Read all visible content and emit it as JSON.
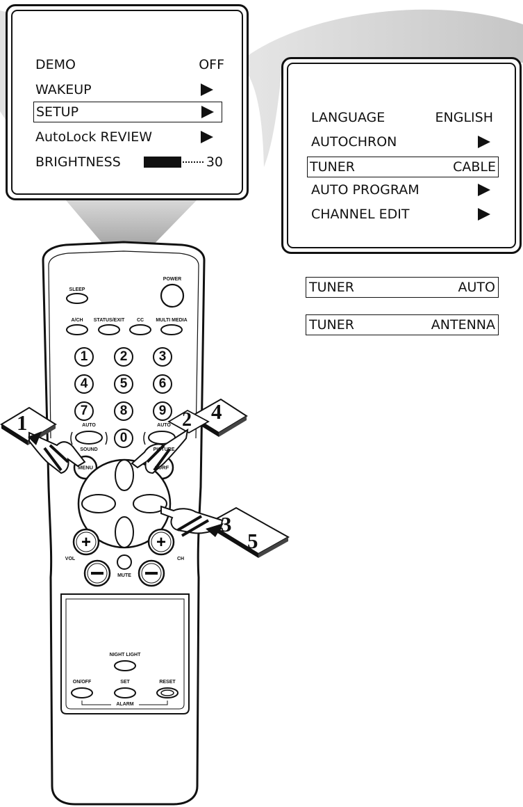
{
  "menu_main": {
    "items": [
      {
        "label": "DEMO",
        "value": "OFF",
        "arrow": false,
        "selected": false
      },
      {
        "label": "WAKEUP",
        "value": "",
        "arrow": true,
        "selected": false
      },
      {
        "label": "SETUP",
        "value": "",
        "arrow": true,
        "selected": true
      },
      {
        "label": "AutoLock REVIEW",
        "value": "",
        "arrow": true,
        "selected": false
      }
    ],
    "brightness": {
      "label": "BRIGHTNESS",
      "value": "30"
    }
  },
  "menu_setup": {
    "items": [
      {
        "label": "LANGUAGE",
        "value": "ENGLISH",
        "arrow": false,
        "selected": false
      },
      {
        "label": "AUTOCHRON",
        "value": "",
        "arrow": true,
        "selected": false
      },
      {
        "label": "TUNER",
        "value": "CABLE",
        "arrow": false,
        "selected": true
      },
      {
        "label": "AUTO PROGRAM",
        "value": "",
        "arrow": true,
        "selected": false
      },
      {
        "label": "CHANNEL EDIT",
        "value": "",
        "arrow": true,
        "selected": false
      }
    ]
  },
  "tuner_options": [
    {
      "label": "TUNER",
      "value": "AUTO"
    },
    {
      "label": "TUNER",
      "value": "ANTENNA"
    }
  ],
  "remote": {
    "sleep": "SLEEP",
    "power": "POWER",
    "ach": "A/CH",
    "status_exit": "STATUS/EXIT",
    "cc": "CC",
    "multi_media": "MULTI MEDIA",
    "digits": [
      "1",
      "2",
      "3",
      "4",
      "5",
      "6",
      "7",
      "8",
      "9",
      "0"
    ],
    "auto_sound_top": "AUTO",
    "auto_sound_bottom": "SOUND",
    "auto_picture_top": "AUTO",
    "auto_picture_bottom": "PICTURE",
    "menu": "MENU",
    "surf": "SURF",
    "vol": "VOL",
    "ch": "CH",
    "mute": "MUTE",
    "night_light": "NIGHT LIGHT",
    "on_off": "ON/OFF",
    "set": "SET",
    "reset": "RESET",
    "alarm": "ALARM"
  },
  "steps": [
    "1",
    "2",
    "3",
    "4",
    "5"
  ]
}
